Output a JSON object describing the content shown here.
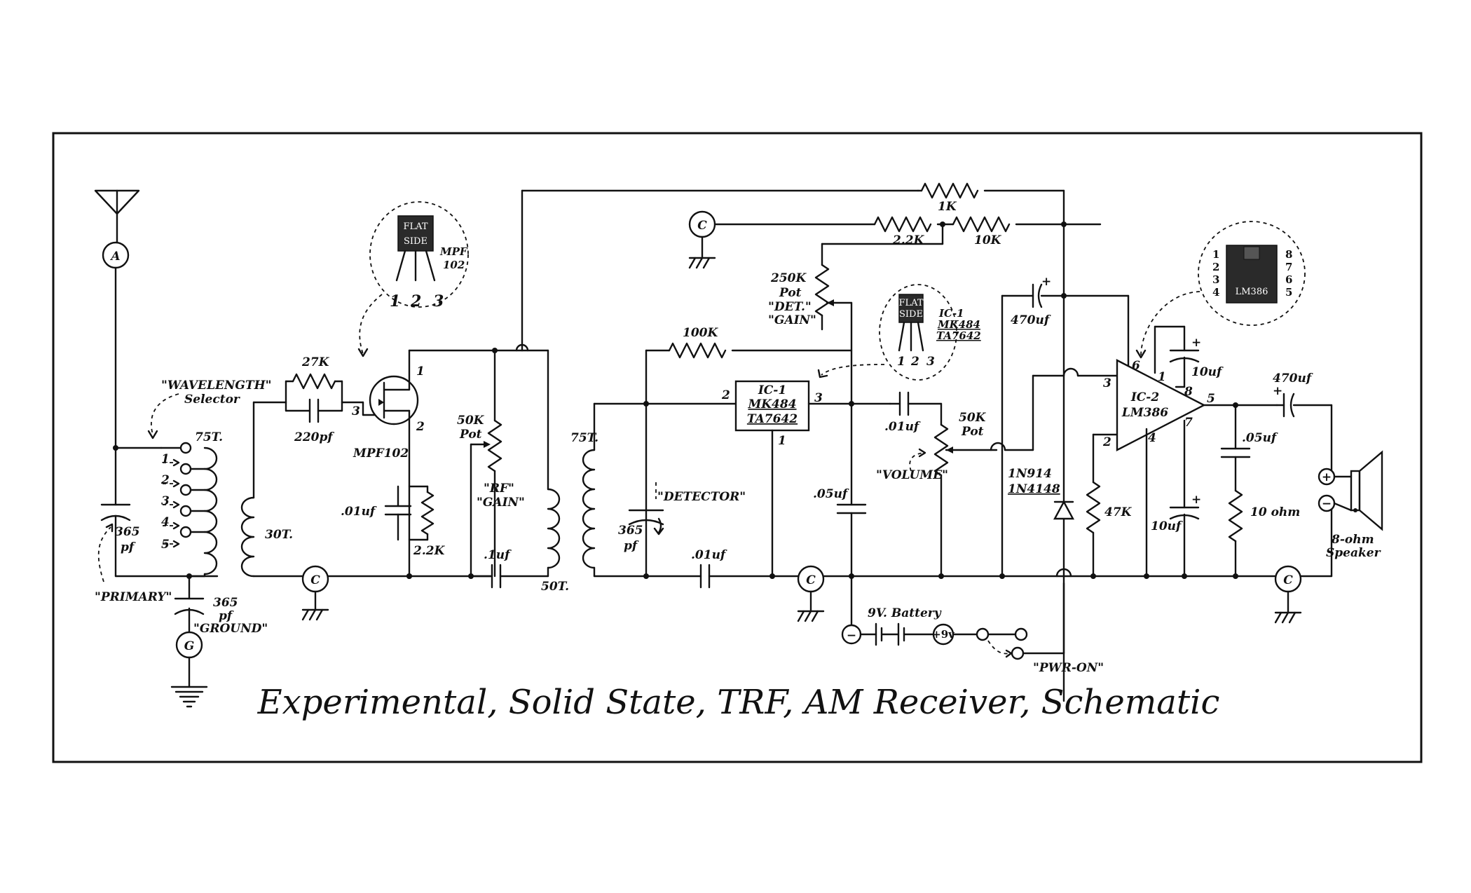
{
  "title": "Experimental, Solid State, TRF, AM Receiver, Schematic",
  "connectors": {
    "antenna": "A",
    "ground": "G",
    "common": "C",
    "battery_minus": "−",
    "battery_plus": "+9v",
    "speaker_plus": "+",
    "speaker_minus": "−"
  },
  "labels": {
    "cap365_value": "365",
    "cap365_unit": "pf",
    "primary": "\"PRIMARY\"",
    "ground_cap_value": "365",
    "ground_cap_unit": "pf",
    "ground_quote": "\"GROUND\"",
    "wavelength_quote": "\"WAVELENGTH\"",
    "selector": "Selector",
    "coil75_primary": "75T.",
    "taps": [
      "1",
      "2",
      "3",
      "4",
      "5"
    ],
    "coil30": "30T.",
    "r27k": "27K",
    "c220pf": "220pf",
    "fet_gate_pin": "3",
    "fet_name": "MPF102",
    "fet_pin1": "1",
    "fet_pin2": "2",
    "fet_pkg_flat": "FLAT",
    "fet_pkg_side": "SIDE",
    "fet_pkg_mpf": "MPF",
    "fet_pkg_102": "102",
    "fet_pkg_pins": [
      "1",
      "2",
      "3"
    ],
    "c01uf_fet": ".01uf",
    "r22k_fet": "2.2K",
    "pot50k_rf": "50K",
    "pot_word_rf": "Pot",
    "rf_quote": "\"RF\"",
    "gain_quote_rf": "\"GAIN\"",
    "c1uf": ".1uf",
    "coil50": "50T.",
    "coil75_secondary": "75T.",
    "cap365b_value": "365",
    "cap365b_unit": "pf",
    "detector_quote": "\"DETECTOR\"",
    "c01uf_det": ".01uf",
    "r100k": "100K",
    "ic1_name": "IC-1",
    "ic1_part1": "MK484",
    "ic1_part2": "TA7642",
    "ic1_pin2": "2",
    "ic1_pin3": "3",
    "ic1_pin1": "1",
    "ic1_pkg_flat": "FLAT",
    "ic1_pkg_side": "SIDE",
    "ic1_pkg_name": "IC-1",
    "ic1_pkg_p1": "MK484",
    "ic1_pkg_p2": "TA7642",
    "ic1_pkg_pins": [
      "1",
      "2",
      "3"
    ],
    "pot250k": "250K",
    "pot_word_det": "Pot",
    "det_quote": "\"DET.\"",
    "gain_quote_det": "\"GAIN\"",
    "c05uf_mid": ".05uf",
    "c01uf_vol": ".01uf",
    "pot50k_vol": "50K",
    "pot_word_vol": "Pot",
    "volume_quote": "\"VOLUME\"",
    "r1k": "1K",
    "r22k_top": "2.2K",
    "r10k": "10K",
    "c470uf_top": "470uf",
    "diode1": "1N914",
    "diode2": "1N4148",
    "r47k": "47K",
    "battery": "9V. Battery",
    "pwr_on": "\"PWR-ON\"",
    "ic2_name": "IC-2",
    "ic2_part": "LM386",
    "ic2_pin3": "3",
    "ic2_pin2": "2",
    "ic2_pin6": "6",
    "ic2_pin4": "4",
    "ic2_pin1": "1",
    "ic2_pin8": "8",
    "ic2_pin5": "5",
    "ic2_pin7": "7",
    "c10uf_top": "10uf",
    "c10uf_bot": "10uf",
    "lm386_pkg": "LM386",
    "lm386_pins_left": [
      "1",
      "2",
      "3",
      "4"
    ],
    "lm386_pins_right": [
      "8",
      "7",
      "6",
      "5"
    ],
    "c05uf_out": ".05uf",
    "r10ohm": "10 ohm",
    "c470uf_out": "470uf",
    "plus_sign": "+",
    "speaker1": "8-ohm",
    "speaker2": "Speaker"
  }
}
